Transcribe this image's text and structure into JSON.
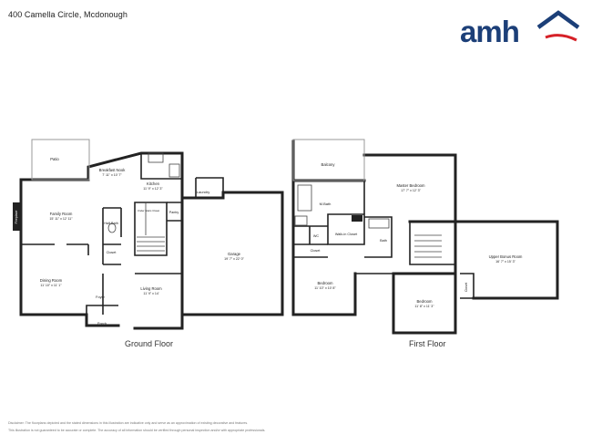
{
  "address": "400 Camella Circle, Mcdonough",
  "logo": {
    "text": "amh",
    "brand_color": "#1c3f78",
    "accent_color": "#d62027",
    "icon": "house-roof-icon"
  },
  "ground_floor": {
    "label": "Ground Floor",
    "fireplace": "Fireplace",
    "rooms": [
      {
        "name": "Patio",
        "dims": ""
      },
      {
        "name": "Breakfast Nook",
        "dims": "7' 11\" x 10' 7\""
      },
      {
        "name": "Kitchen",
        "dims": "11' 9\" x 12' 3\""
      },
      {
        "name": "Laundry",
        "dims": ""
      },
      {
        "name": "Family Room",
        "dims": "15' 11\" x 12' 11\""
      },
      {
        "name": "Half Bath",
        "dims": ""
      },
      {
        "name": "Pantry",
        "dims": ""
      },
      {
        "name": "Under Stairs Closet",
        "dims": ""
      },
      {
        "name": "Closet",
        "dims": ""
      },
      {
        "name": "Garage",
        "dims": "19' 7\" x 22' 0\""
      },
      {
        "name": "Dining Room",
        "dims": "11' 10\" x 11' 1\""
      },
      {
        "name": "Living Room",
        "dims": "11' 9\" x 14'"
      },
      {
        "name": "Foyer",
        "dims": ""
      },
      {
        "name": "Porch",
        "dims": ""
      }
    ]
  },
  "first_floor": {
    "label": "First Floor",
    "rooms": [
      {
        "name": "Balcony",
        "dims": ""
      },
      {
        "name": "Master Bedroom",
        "dims": "17' 7\" x 12' 3\""
      },
      {
        "name": "M.Bath",
        "dims": ""
      },
      {
        "name": "WC",
        "dims": ""
      },
      {
        "name": "Walk-in Closet",
        "dims": ""
      },
      {
        "name": "Bath",
        "dims": ""
      },
      {
        "name": "Closet",
        "dims": ""
      },
      {
        "name": "Upper Bonus Room",
        "dims": "16' 7\" x 15' 3\""
      },
      {
        "name": "Bedroom",
        "dims": "11' 10\" x 10' 8\""
      },
      {
        "name": "Bedroom",
        "dims": "11' 8\" x 11' 3\""
      },
      {
        "name": "Closet",
        "dims": ""
      }
    ]
  },
  "disclaimer": [
    "Disclaimer: The floorplans depicted and the stated dimensions in this illustration are indicative only and serve as an approximation of existing decorative and features.",
    "This illustration is not guaranteed to be accurate or complete. The accuracy of all information should be verified through personal inspection and/or with appropriate professionals."
  ]
}
